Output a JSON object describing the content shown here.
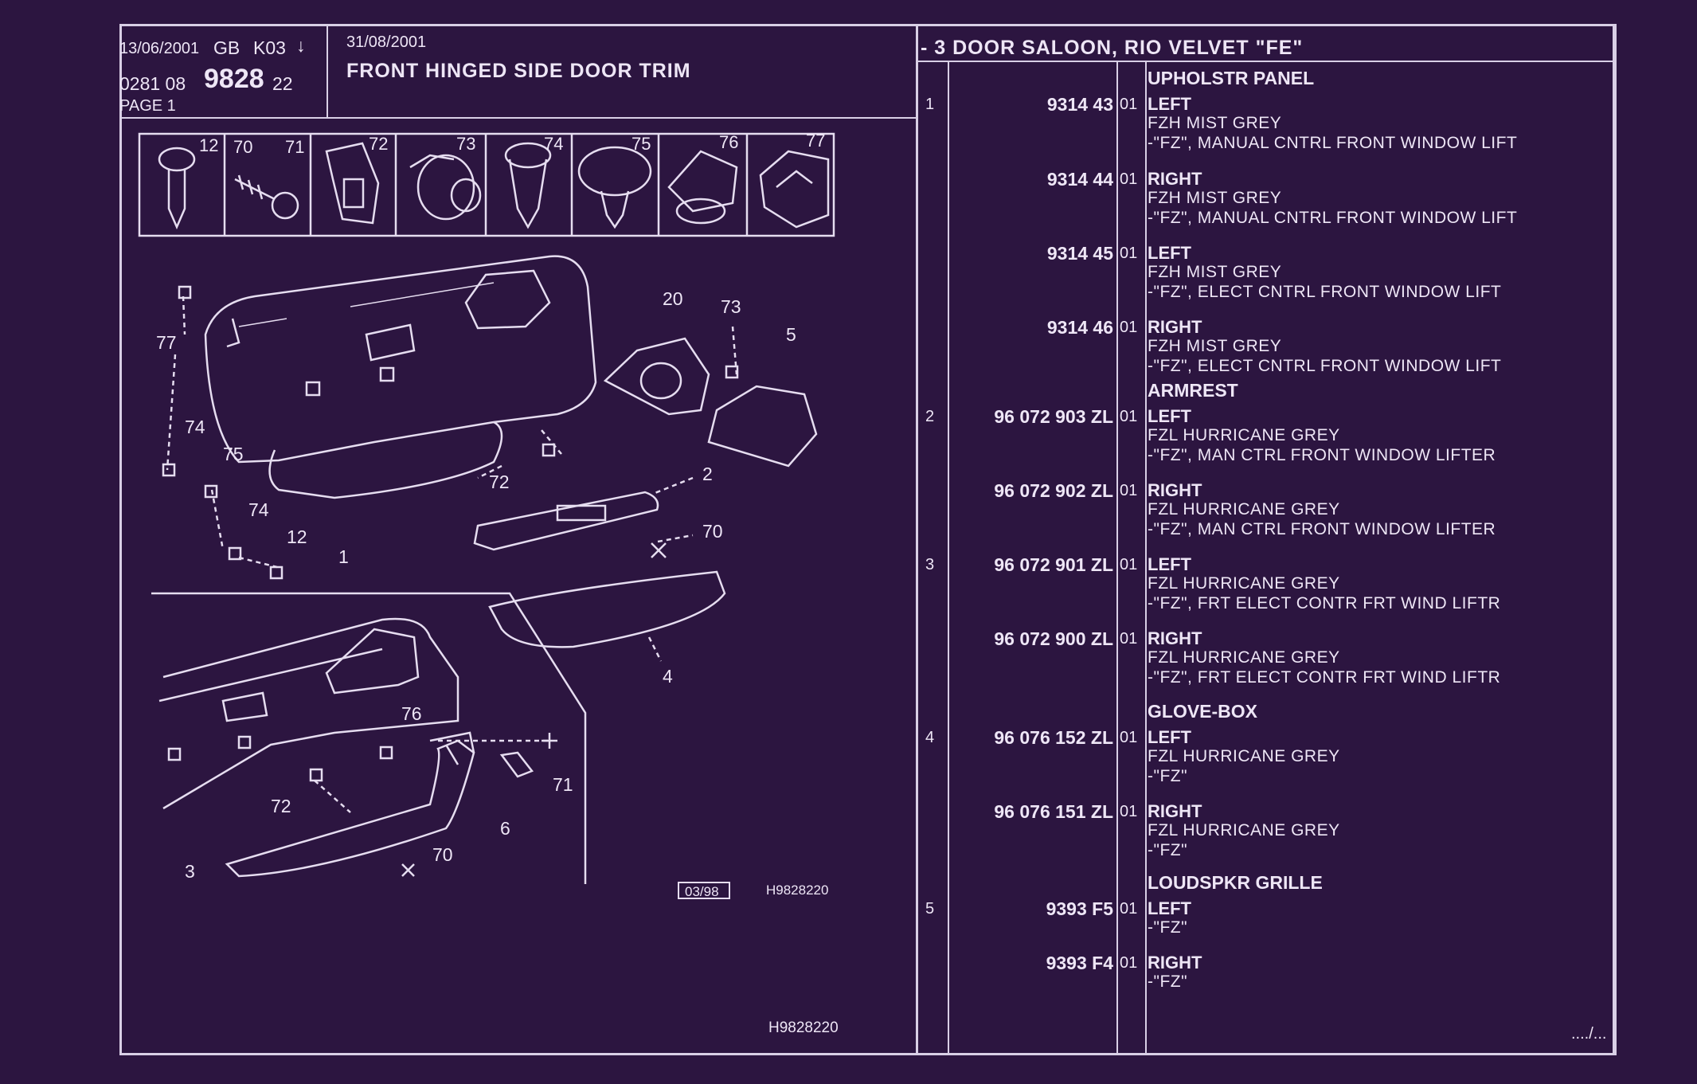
{
  "header": {
    "date1": "13/06/2001",
    "lang": "GB",
    "code": "K03",
    "arrow": "↓",
    "ref_prefix": "0281  08",
    "ref_main": "9828",
    "ref_suffix": "22",
    "page": "PAGE  1",
    "date2": "31/08/2001",
    "title": "FRONT HINGED SIDE DOOR TRIM",
    "model": "- 3 DOOR SALOON, RIO VELVET \"FE\""
  },
  "fasteners": [
    "12",
    "70",
    "71",
    "72",
    "73",
    "74",
    "75",
    "76",
    "77"
  ],
  "diagram": {
    "callouts": [
      "77",
      "74",
      "75",
      "74",
      "12",
      "1",
      "72",
      "20",
      "73",
      "5",
      "2",
      "70",
      "4",
      "76",
      "71",
      "72",
      "6",
      "3",
      "70"
    ],
    "stamp": "03/98",
    "ref": "H9828220",
    "footer_ref": "H9828220"
  },
  "parts": [
    {
      "group": "UPHOLSTR PANEL",
      "ref": "1",
      "pn": "9314 43",
      "qty": "01",
      "side": "LEFT",
      "desc": "FZH MIST GREY",
      "note": "-\"FZ\", MANUAL CNTRL FRONT WINDOW LIFT"
    },
    {
      "group": "",
      "ref": "",
      "pn": "9314 44",
      "qty": "01",
      "side": "RIGHT",
      "desc": "FZH MIST GREY",
      "note": "-\"FZ\", MANUAL CNTRL FRONT WINDOW LIFT"
    },
    {
      "group": "",
      "ref": "",
      "pn": "9314 45",
      "qty": "01",
      "side": "LEFT",
      "desc": "FZH MIST GREY",
      "note": "-\"FZ\", ELECT CNTRL FRONT WINDOW LIFT"
    },
    {
      "group": "",
      "ref": "",
      "pn": "9314 46",
      "qty": "01",
      "side": "RIGHT",
      "desc": "FZH MIST GREY",
      "note": "-\"FZ\", ELECT CNTRL FRONT WINDOW LIFT"
    },
    {
      "group": "ARMREST",
      "ref": "2",
      "pn": "96 072 903 ZL",
      "qty": "01",
      "side": "LEFT",
      "desc": "FZL HURRICANE GREY",
      "note": "-\"FZ\", MAN CTRL FRONT WINDOW LIFTER"
    },
    {
      "group": "",
      "ref": "",
      "pn": "96 072 902 ZL",
      "qty": "01",
      "side": "RIGHT",
      "desc": "FZL HURRICANE GREY",
      "note": "-\"FZ\", MAN CTRL FRONT WINDOW LIFTER"
    },
    {
      "group": "",
      "ref": "3",
      "pn": "96 072 901 ZL",
      "qty": "01",
      "side": "LEFT",
      "desc": "FZL HURRICANE GREY",
      "note": "-\"FZ\", FRT ELECT CONTR FRT WIND LIFTR"
    },
    {
      "group": "",
      "ref": "",
      "pn": "96 072 900 ZL",
      "qty": "01",
      "side": "RIGHT",
      "desc": "FZL HURRICANE GREY",
      "note": "-\"FZ\", FRT ELECT CONTR FRT WIND LIFTR"
    },
    {
      "group": "GLOVE-BOX",
      "ref": "4",
      "pn": "96 076 152 ZL",
      "qty": "01",
      "side": "LEFT",
      "desc": "FZL HURRICANE GREY",
      "note": "-\"FZ\""
    },
    {
      "group": "",
      "ref": "",
      "pn": "96 076 151 ZL",
      "qty": "01",
      "side": "RIGHT",
      "desc": "FZL HURRICANE GREY",
      "note": "-\"FZ\""
    },
    {
      "group": "LOUDSPKR GRILLE",
      "ref": "5",
      "pn": "9393 F5",
      "qty": "01",
      "side": "LEFT",
      "desc": "",
      "note": "-\"FZ\""
    },
    {
      "group": "",
      "ref": "",
      "pn": "9393 F4",
      "qty": "01",
      "side": "RIGHT",
      "desc": "",
      "note": "-\"FZ\""
    }
  ],
  "continued": "..../...",
  "colors": {
    "background": "#2c1540",
    "ink": "#eee6f6"
  }
}
